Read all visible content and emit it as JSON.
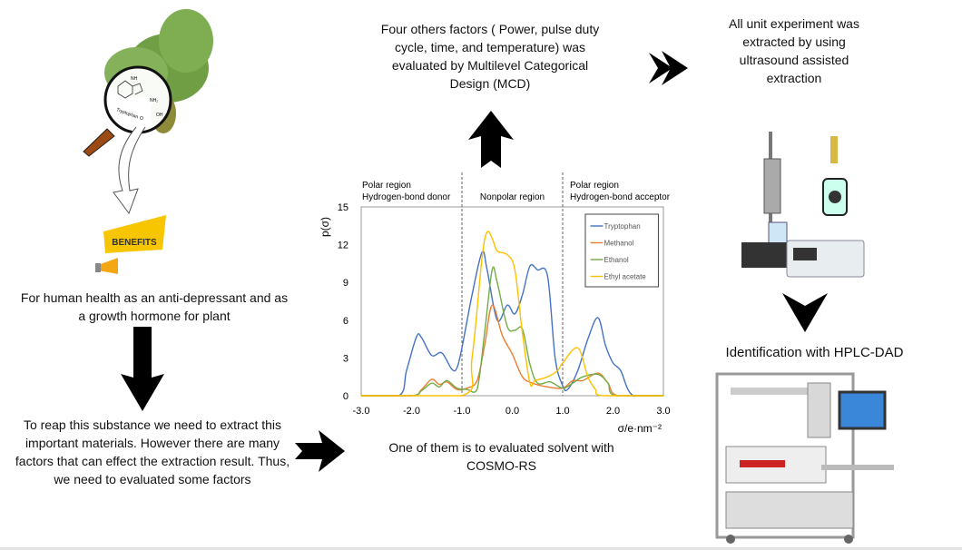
{
  "texts": {
    "top_center": "Four others factors ( Power, pulse duty cycle, time, and temperature) was evaluated by Multilevel Categorical Design (MCD)",
    "top_right": "All unit experiment was extracted by using ultrasound assisted extraction",
    "benefit_desc": "For human health as an anti-depressant and as a growth hormone for plant",
    "bottom_left": "To reap this substance we need to extract this important materials. However there are many factors that can effect the extraction result. Thus, we need to evaluated some factors",
    "bottom_center": "One of them is to evaluated solvent with COSMO-RS",
    "hplc_title": "Identification with HPLC-DAD",
    "benefits_banner": "BENEFITS",
    "molecule_label": "Tryptophan",
    "molecule_nh": "NH",
    "molecule_nh2": "NH₂",
    "molecule_oh": "OH",
    "molecule_o": "O"
  },
  "colors": {
    "arrow": "#000000",
    "banner": "#f7c600",
    "tryptophan": "#4472c4",
    "methanol": "#ed7d31",
    "ethanol": "#70ad47",
    "ethyl_acetate": "#ffc000"
  },
  "chart_data": {
    "type": "line",
    "xlabel": "σ/e·nm⁻²",
    "ylabel": "p(σ)",
    "xlim": [
      -3,
      3
    ],
    "ylim": [
      0,
      15
    ],
    "xticks": [
      "-3.0",
      "-2.0",
      "-1.0",
      "0.0",
      "1.0",
      "2.0",
      "3.0"
    ],
    "xtick_values": [
      -3,
      -2,
      -1,
      0,
      1,
      2,
      3
    ],
    "yticks": [
      "0",
      "3",
      "6",
      "9",
      "12",
      "15"
    ],
    "ytick_values": [
      0,
      3,
      6,
      9,
      12,
      15
    ],
    "region_dividers": [
      -1,
      1
    ],
    "regions": [
      {
        "line1": "Polar region",
        "line2": "Hydrogen-bond donor"
      },
      {
        "line1": "",
        "line2": "Nonpolar region"
      },
      {
        "line1": "Polar region",
        "line2": "Hydrogen-bond acceptor"
      }
    ],
    "legend_position": "top-right",
    "series": [
      {
        "name": "Tryptophan",
        "color": "#4472c4",
        "points": [
          [
            -3,
            0
          ],
          [
            -2.25,
            0
          ],
          [
            -2.1,
            2
          ],
          [
            -1.9,
            4.7
          ],
          [
            -1.8,
            4.6
          ],
          [
            -1.6,
            3.2
          ],
          [
            -1.4,
            3.4
          ],
          [
            -1.2,
            2.1
          ],
          [
            -1.1,
            2.2
          ],
          [
            -1.0,
            3.8
          ],
          [
            -0.8,
            8
          ],
          [
            -0.6,
            11.4
          ],
          [
            -0.5,
            10
          ],
          [
            -0.3,
            6
          ],
          [
            -0.1,
            7.2
          ],
          [
            0.05,
            6.5
          ],
          [
            0.2,
            8
          ],
          [
            0.35,
            10.3
          ],
          [
            0.5,
            10
          ],
          [
            0.7,
            9.5
          ],
          [
            0.85,
            3
          ],
          [
            1.0,
            0.8
          ],
          [
            1.1,
            0.5
          ],
          [
            1.3,
            2
          ],
          [
            1.5,
            4.5
          ],
          [
            1.7,
            6.2
          ],
          [
            1.85,
            4
          ],
          [
            2.0,
            2.6
          ],
          [
            2.15,
            2
          ],
          [
            2.4,
            0
          ],
          [
            3,
            0
          ]
        ]
      },
      {
        "name": "Methanol",
        "color": "#ed7d31",
        "points": [
          [
            -3,
            0
          ],
          [
            -2.0,
            0
          ],
          [
            -1.8,
            0.5
          ],
          [
            -1.6,
            1.3
          ],
          [
            -1.45,
            0.9
          ],
          [
            -1.3,
            1.1
          ],
          [
            -1.1,
            0.5
          ],
          [
            -0.9,
            0.6
          ],
          [
            -0.7,
            1.2
          ],
          [
            -0.55,
            4
          ],
          [
            -0.4,
            7.2
          ],
          [
            -0.2,
            4.8
          ],
          [
            0,
            3.3
          ],
          [
            0.2,
            1.5
          ],
          [
            0.4,
            1
          ],
          [
            0.7,
            0.7
          ],
          [
            1.0,
            0.6
          ],
          [
            1.2,
            1.2
          ],
          [
            1.4,
            1.2
          ],
          [
            1.7,
            1.8
          ],
          [
            1.9,
            1
          ],
          [
            2.1,
            0
          ],
          [
            3,
            0
          ]
        ]
      },
      {
        "name": "Ethanol",
        "color": "#70ad47",
        "points": [
          [
            -3,
            0
          ],
          [
            -2.0,
            0
          ],
          [
            -1.8,
            0.4
          ],
          [
            -1.6,
            1.0
          ],
          [
            -1.45,
            0.7
          ],
          [
            -1.3,
            1.2
          ],
          [
            -1.1,
            0.6
          ],
          [
            -0.9,
            0.5
          ],
          [
            -0.7,
            0.5
          ],
          [
            -0.55,
            5
          ],
          [
            -0.4,
            10
          ],
          [
            -0.3,
            9
          ],
          [
            -0.1,
            5.5
          ],
          [
            0.05,
            5.2
          ],
          [
            0.2,
            5.3
          ],
          [
            0.35,
            2.5
          ],
          [
            0.5,
            1
          ],
          [
            0.75,
            1.1
          ],
          [
            1.0,
            0.6
          ],
          [
            1.2,
            1
          ],
          [
            1.4,
            1.5
          ],
          [
            1.7,
            1.7
          ],
          [
            1.9,
            1
          ],
          [
            2.05,
            0
          ],
          [
            3,
            0
          ]
        ]
      },
      {
        "name": "Ethyl acetate",
        "color": "#ffc000",
        "points": [
          [
            -3,
            0
          ],
          [
            -1.0,
            0
          ],
          [
            -0.8,
            3
          ],
          [
            -0.6,
            11
          ],
          [
            -0.5,
            13
          ],
          [
            -0.4,
            12.5
          ],
          [
            -0.3,
            11.5
          ],
          [
            -0.1,
            11.2
          ],
          [
            0.05,
            10
          ],
          [
            0.2,
            5
          ],
          [
            0.35,
            1
          ],
          [
            0.45,
            1.2
          ],
          [
            0.7,
            1.5
          ],
          [
            0.9,
            2
          ],
          [
            1.0,
            2.6
          ],
          [
            1.3,
            3.8
          ],
          [
            1.5,
            1.5
          ],
          [
            1.65,
            0.5
          ],
          [
            1.8,
            0
          ],
          [
            3,
            0
          ]
        ]
      }
    ]
  }
}
